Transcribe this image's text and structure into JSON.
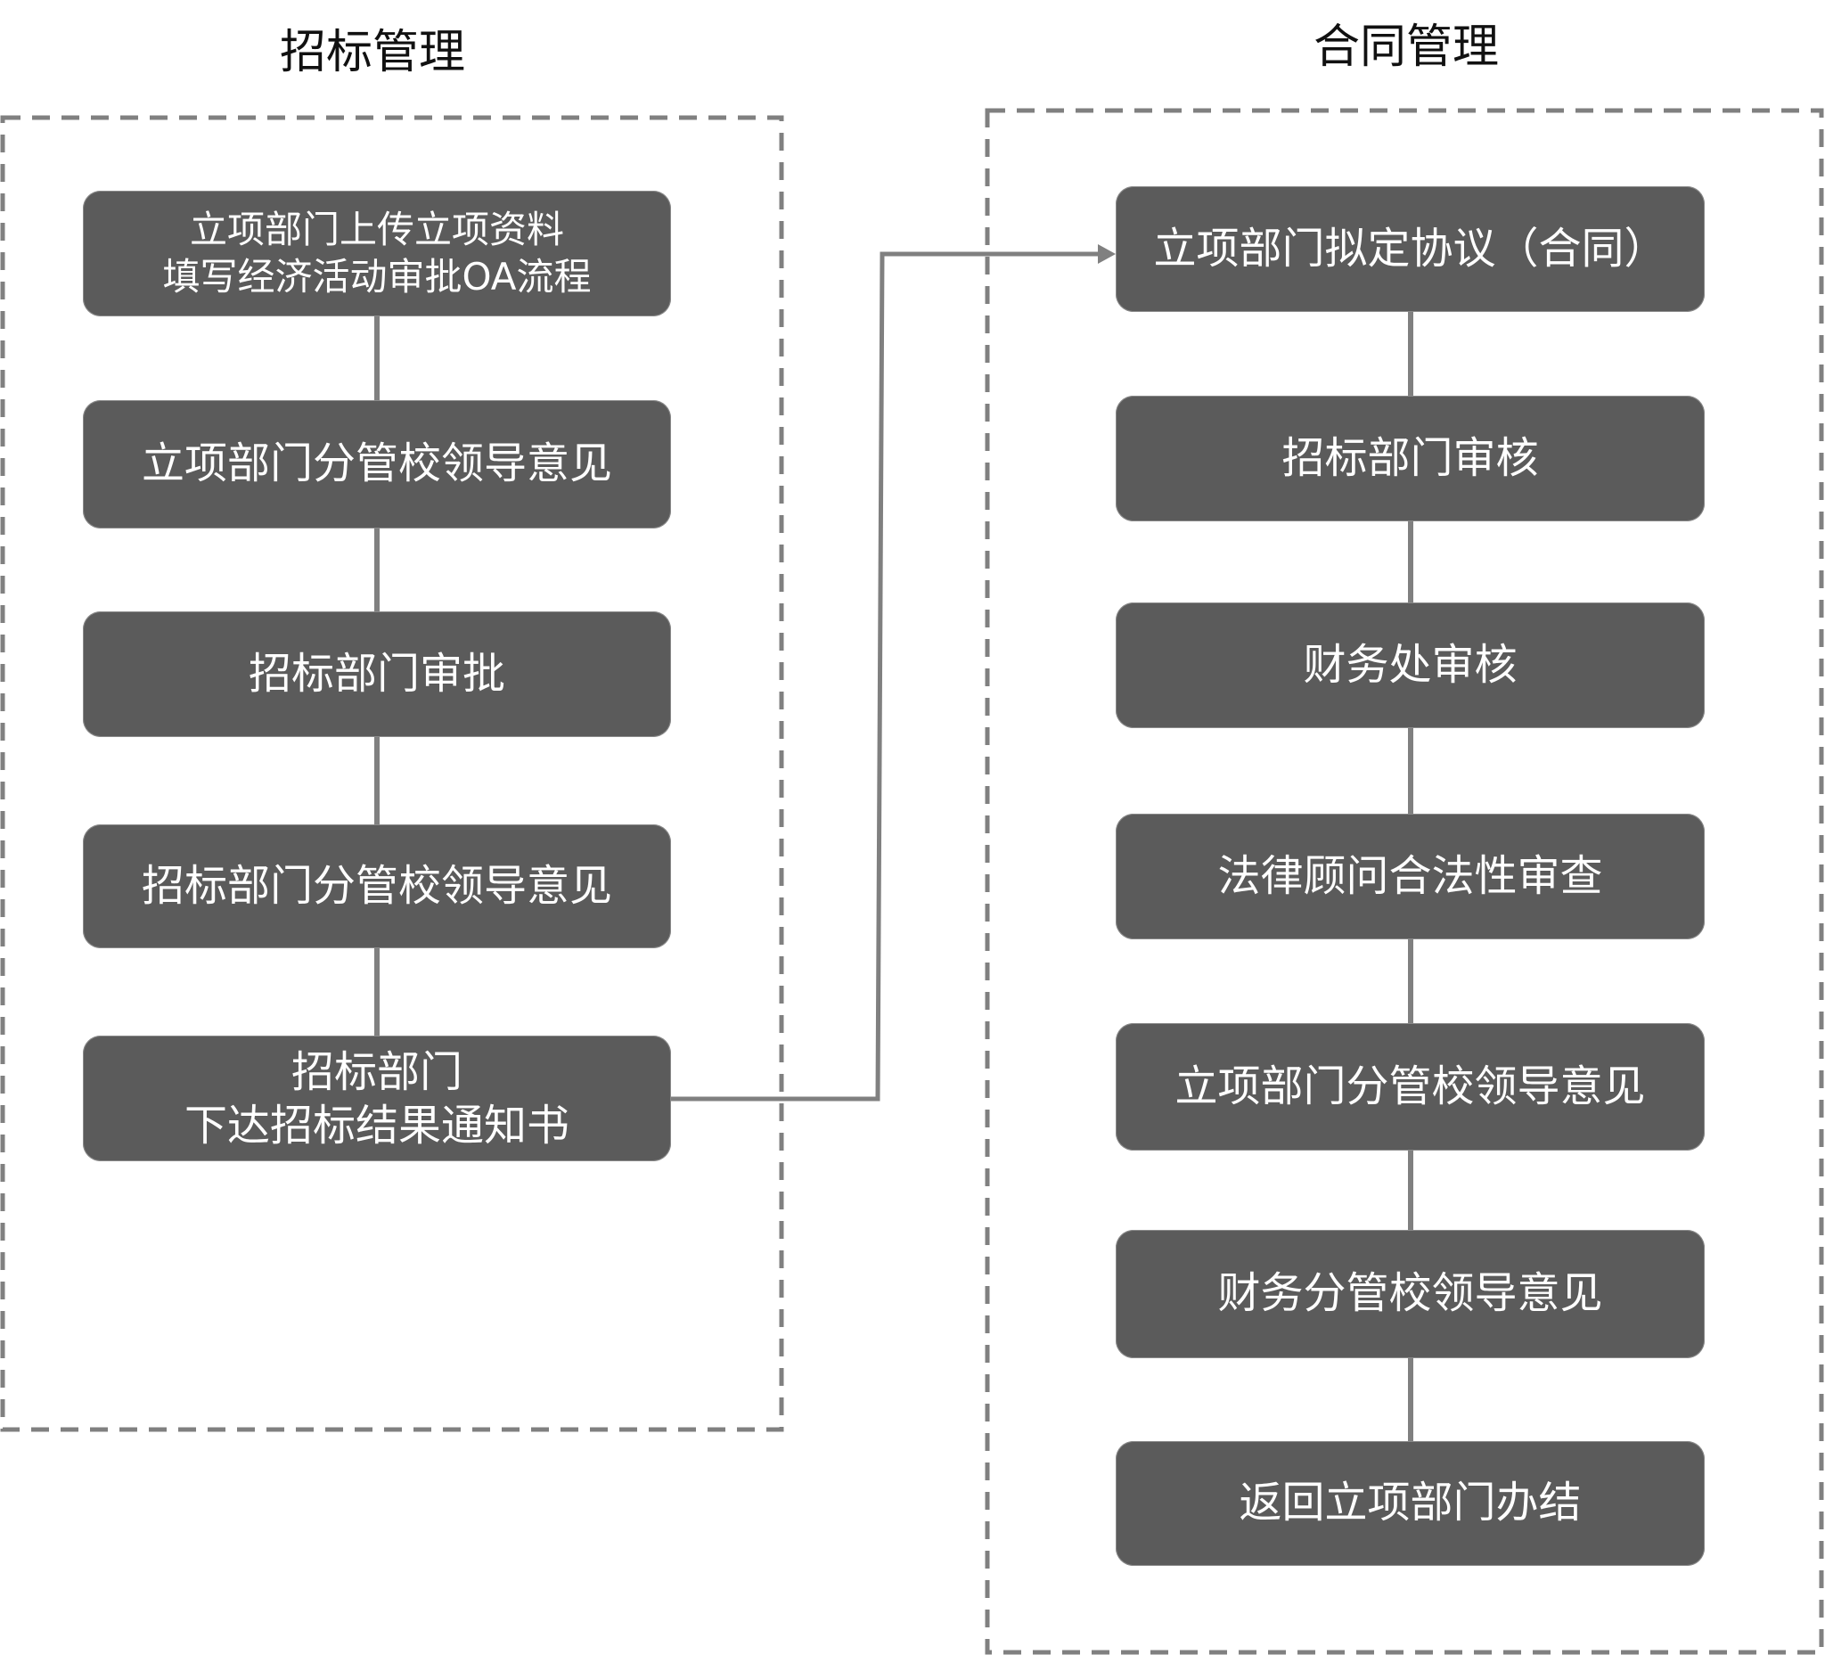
{
  "sections": [
    {
      "title": "招标管理",
      "steps": [
        {
          "lines": [
            "立项部门上传立项资料",
            "填写经济活动审批OA流程"
          ]
        },
        {
          "lines": [
            "立项部门分管校领导意见"
          ]
        },
        {
          "lines": [
            "招标部门审批"
          ]
        },
        {
          "lines": [
            "招标部门分管校领导意见"
          ]
        },
        {
          "lines": [
            "招标部门",
            "下达招标结果通知书"
          ]
        }
      ]
    },
    {
      "title": "合同管理",
      "steps": [
        {
          "lines": [
            "立项部门拟定协议（合同）"
          ]
        },
        {
          "lines": [
            "招标部门审核"
          ]
        },
        {
          "lines": [
            "财务处审核"
          ]
        },
        {
          "lines": [
            "法律顾问合法性审查"
          ]
        },
        {
          "lines": [
            "立项部门分管校领导意见"
          ]
        },
        {
          "lines": [
            "财务分管校领导意见"
          ]
        },
        {
          "lines": [
            "返回立项部门办结"
          ]
        }
      ]
    }
  ],
  "colors": {
    "node_fill": "#5b5b5b",
    "node_text": "#ffffff",
    "connector": "#808080",
    "frame_dash": "#808080",
    "title_text": "#111111"
  },
  "cross_link": {
    "from": "招标部门 下达招标结果通知书",
    "to": "立项部门拟定协议（合同）"
  }
}
